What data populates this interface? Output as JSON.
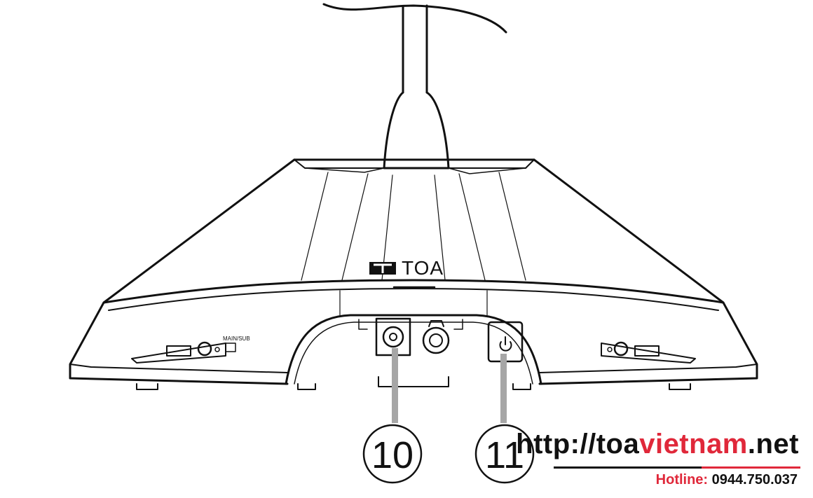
{
  "device": {
    "brand": "TOA",
    "switch_label": "MAIN/SUB"
  },
  "callouts": [
    {
      "label": "10"
    },
    {
      "label": "11"
    }
  ],
  "watermark": {
    "url_prefix": "http://toa",
    "url_highlight": "vietnam",
    "url_suffix": ".net",
    "hotline_label": "Hotline:",
    "hotline_number": "0944.750.037",
    "accent_color": "#e0283a"
  },
  "icons": [
    "toa-logo-icon",
    "power-icon",
    "jack-icon",
    "connector-icon"
  ]
}
